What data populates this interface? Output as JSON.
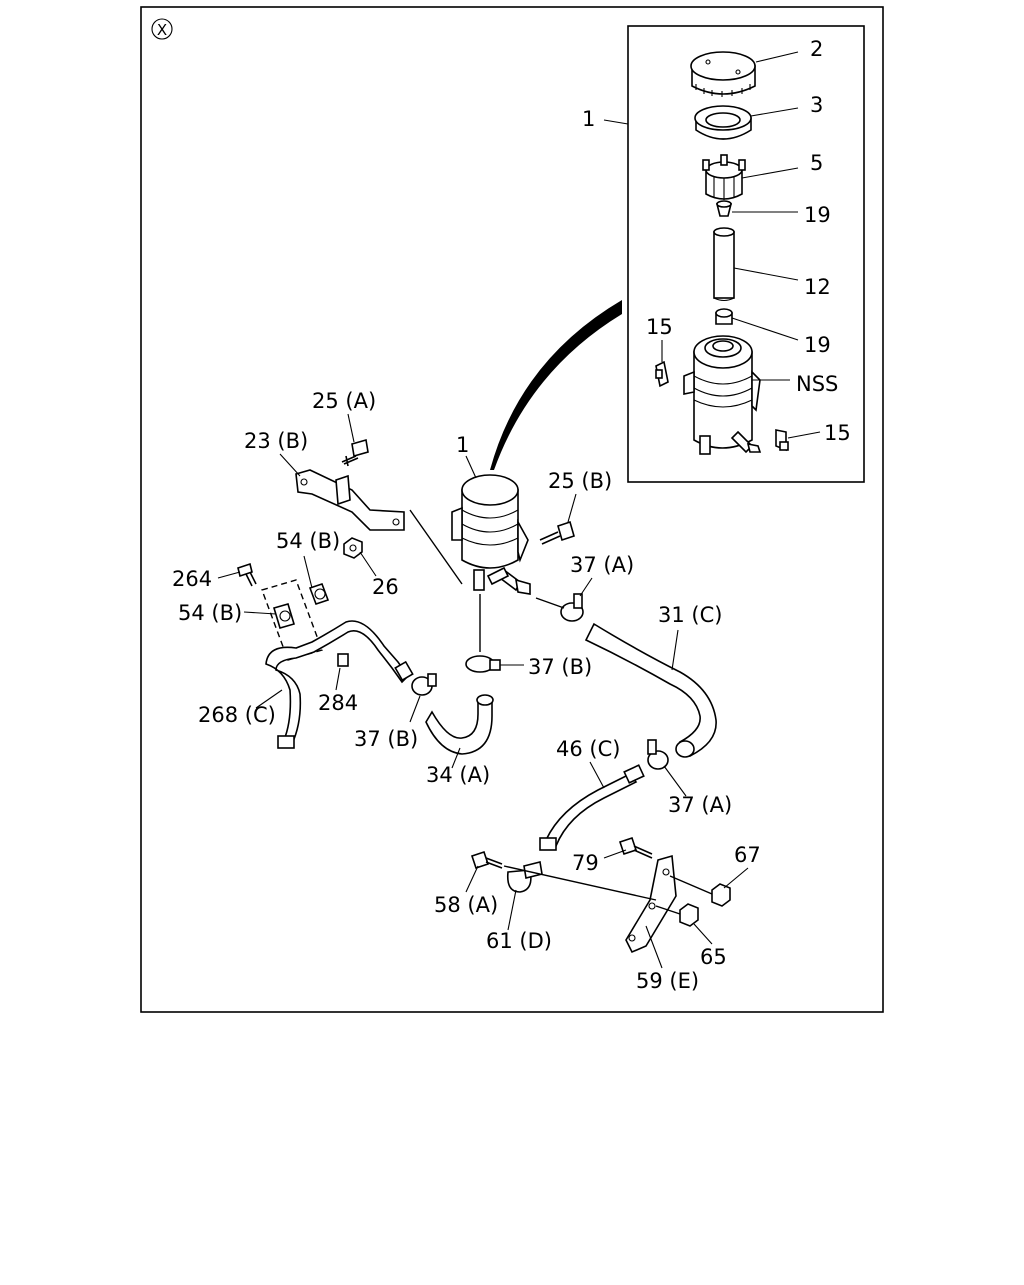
{
  "corner_mark": "X",
  "labels": {
    "l1_inset": "1",
    "l2": "2",
    "l3": "3",
    "l5": "5",
    "l19_top": "19",
    "l12": "12",
    "l19_bot": "19",
    "l15_left": "15",
    "lNSS": "NSS",
    "l15_right": "15",
    "l25A": "25 (A)",
    "l23B": "23 (B)",
    "l1_main": "1",
    "l25B": "25 (B)",
    "l54B_top": "54 (B)",
    "l26": "26",
    "l264": "264",
    "l54B_bot": "54 (B)",
    "l37A_top": "37 (A)",
    "l31C": "31 (C)",
    "l37B_right": "37 (B)",
    "l284": "284",
    "l268C": "268 (C)",
    "l37B_left": "37 (B)",
    "l34A": "34 (A)",
    "l46C": "46 (C)",
    "l37A_bot": "37 (A)",
    "l79": "79",
    "l67": "67",
    "l58A": "58 (A)",
    "l61D": "61 (D)",
    "l65": "65",
    "l59E": "59 (E)"
  }
}
